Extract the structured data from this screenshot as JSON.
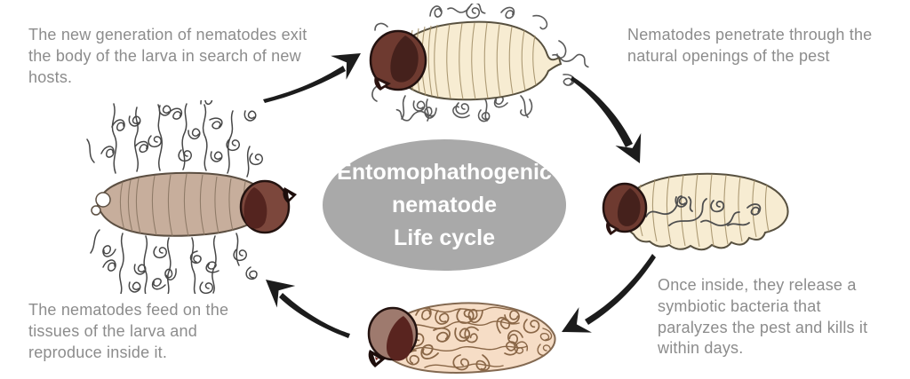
{
  "title": {
    "line1": "Entomophathogenic",
    "line2": "nematode",
    "line3": "Life cycle"
  },
  "stages": [
    {
      "name": "exit",
      "text": "The new generation of nematodes exit the body of the larva in search of new hosts."
    },
    {
      "name": "penetrate",
      "text": "Nematodes penetrate through the natural openings of the pest"
    },
    {
      "name": "release",
      "text": "Once inside, they release a symbiotic bacteria that paralyzes the pest and kills it within days."
    },
    {
      "name": "feed",
      "text": "The nematodes feed on the tissues of the larva and reproduce inside it."
    }
  ],
  "icons": {
    "larva-penetration-icon": "cream larva with nematodes wriggling on its outside",
    "larva-infected-icon": "cream larva with nematodes visible inside body",
    "larva-reproduction-icon": "pink larva densely filled with nematodes",
    "larva-exit-icon": "tan larva with nematode masses exiting above and below",
    "cycle-arrow-icon": "curved tapered black arrow"
  },
  "colors": {
    "background": "#ffffff",
    "caption_text": "#8c8c8c",
    "center_ellipse": "#a9a9a9",
    "center_text": "#ffffff",
    "arrow": "#1c1c1c",
    "larva_cream": "#f7ecd2",
    "larva_tan": "#c7ae9c",
    "larva_pink": "#f6ddc6",
    "head_maroon": "#6e3a30",
    "nematode_gray": "#4f4f4f",
    "nematode_brown": "#8a6747"
  }
}
